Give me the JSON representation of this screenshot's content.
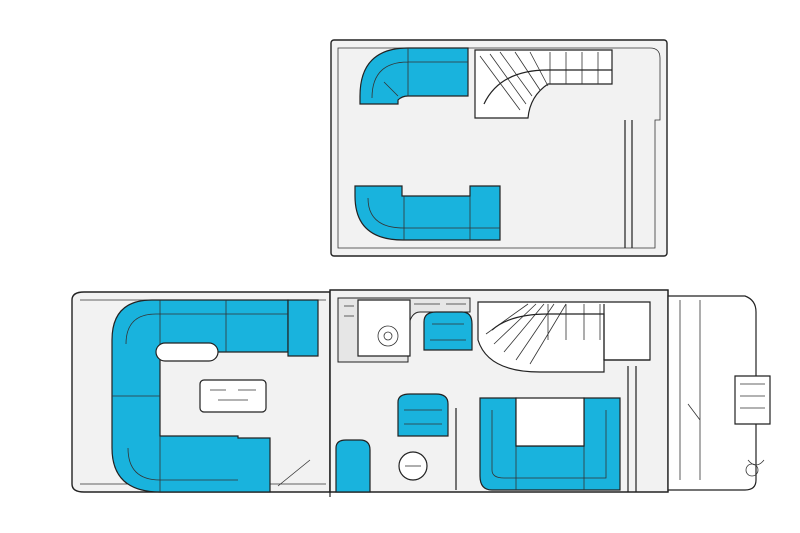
{
  "colors": {
    "seat": "#19b3dd",
    "seat_dark": "#0f9cc4",
    "deck": "#f2f2f2",
    "outline": "#222222",
    "background": "#ffffff"
  },
  "views": [
    {
      "id": "upper-deck",
      "kind": "floor-plan"
    },
    {
      "id": "main-deck",
      "kind": "floor-plan"
    }
  ],
  "icons": [
    "helm-console-icon",
    "captain-chair-icon",
    "table-icon",
    "stair-icon",
    "ladder-icon",
    "cooler-icon"
  ]
}
